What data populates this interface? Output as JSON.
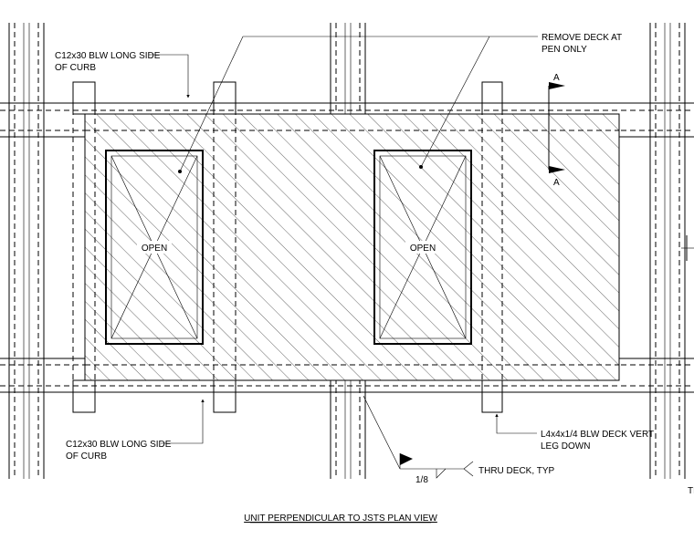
{
  "labels": {
    "channel_top": [
      "C12x30 BLW LONG SIDE",
      "OF CURB"
    ],
    "channel_bottom": [
      "C12x30 BLW LONG SIDE",
      "OF CURB"
    ],
    "remove_deck": [
      "REMOVE DECK AT",
      "PEN ONLY"
    ],
    "angle": [
      "L4x4x1/4 BLW DECK VERT",
      "LEG DOWN"
    ],
    "weld": "THRU DECK, TYP",
    "weld_size": "1/8",
    "section_mark": "A",
    "opening": "OPEN",
    "edge_fragment": "TH"
  },
  "title": "UNIT PERPENDICULAR TO JSTS PLAN VIEW"
}
